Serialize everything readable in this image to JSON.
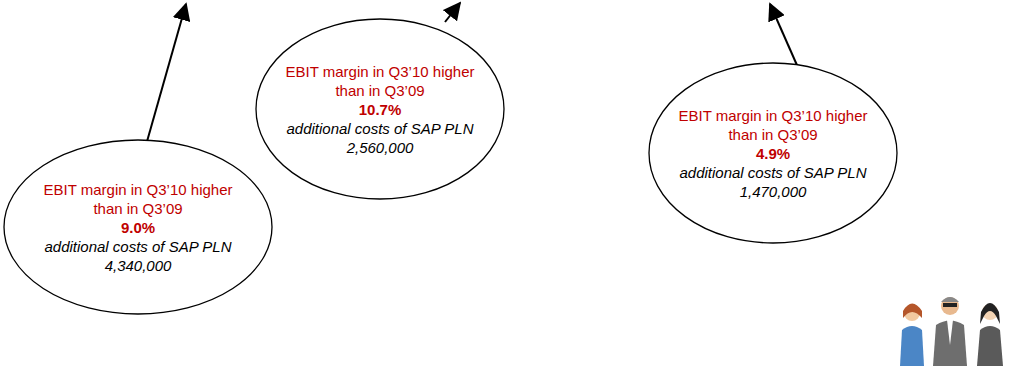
{
  "diagram": {
    "nodes": [
      {
        "text": [
          "EBIT margin in Q3’10 higher than in Q3’09",
          "9.0%",
          "additional costs of SAP PLN 4,340,000"
        ]
      },
      {
        "text": [
          "EBIT margin in Q3’10 higher than in Q3’09",
          "10.7%",
          "additional costs of SAP PLN 2,560,000"
        ]
      },
      {
        "text": [
          "EBIT margin in Q3’10 higher than in Q3’09",
          "4.9%",
          "additional costs of SAP PLN 1,470,000"
        ]
      }
    ]
  }
}
